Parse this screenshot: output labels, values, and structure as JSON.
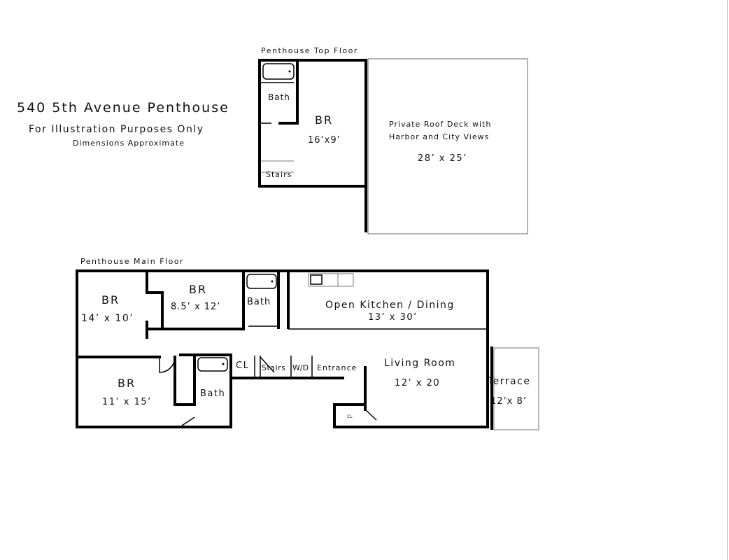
{
  "header": {
    "title": "540 5th Avenue Penthouse",
    "subtitle": "For Illustration Purposes Only",
    "note": "Dimensions Approximate"
  },
  "top_floor": {
    "heading": "Penthouse Top Floor",
    "bath": "Bath",
    "br": "BR",
    "br_dim": "16’x9’",
    "stairs": "Stairs",
    "deck_line1": "Private Roof Deck with",
    "deck_line2": "Harbor and City Views",
    "deck_dim": "28’ x 25’"
  },
  "main_floor": {
    "heading": "Penthouse Main Floor",
    "br1": "BR",
    "br1_dim": "14’ x 10’",
    "br2": "BR",
    "br2_dim": "8.5’ x 12’",
    "bath1": "Bath",
    "kitchen": "Open Kitchen / Dining",
    "kitchen_dim": "13’ x 30’",
    "br3": "BR",
    "br3_dim": "11’ x 15’",
    "cl": "CL",
    "stairs": "Stairs",
    "wd": "W/D",
    "entrance": "Entrance",
    "bath2": "Bath",
    "living": "Living Room",
    "living_dim": "12’ x 20",
    "cl_small": "CL",
    "terrace": "Terrace",
    "terrace_dim": "12’x 8’"
  }
}
